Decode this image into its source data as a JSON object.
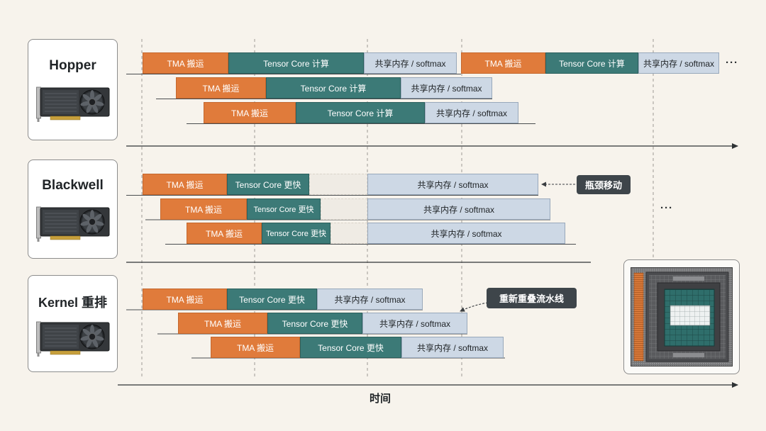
{
  "colors": {
    "background": "#f7f3ec",
    "tma": "#e07b3b",
    "tensor_core": "#3c7a77",
    "shared_memory": "#cdd8e5",
    "callout": "#3e454a"
  },
  "icons": {
    "gpu": "gpu-card-icon",
    "chip": "chip-die-icon"
  },
  "hopper": {
    "title": "Hopper",
    "more": "···",
    "rows": [
      {
        "segments": [
          "TMA 搬运",
          "Tensor Core 计算",
          "共享内存 / softmax",
          "TMA 搬运",
          "Tensor Core 计算",
          "共享内存 / softmax"
        ]
      },
      {
        "segments": [
          "TMA 搬运",
          "Tensor Core 计算",
          "共享内存 / softmax"
        ]
      },
      {
        "segments": [
          "TMA 搬运",
          "Tensor Core 计算",
          "共享内存 / softmax"
        ]
      }
    ]
  },
  "blackwell": {
    "title": "Blackwell",
    "callout": "瓶颈移动",
    "more": "···",
    "rows": [
      {
        "segments": [
          "TMA 搬运",
          "Tensor Core 更快",
          "共享内存 / softmax"
        ]
      },
      {
        "segments": [
          "TMA 搬运",
          "Tensor Core 更快",
          "共享内存 / softmax"
        ]
      },
      {
        "segments": [
          "TMA 搬运",
          "Tensor Core 更快",
          "共享内存 / softmax"
        ]
      }
    ]
  },
  "kernel_reorder": {
    "title": "Kernel 重排",
    "callout": "重新重叠流水线",
    "rows": [
      {
        "segments": [
          "TMA 搬运",
          "Tensor Core 更快",
          "共享内存 / softmax"
        ]
      },
      {
        "segments": [
          "TMA 搬运",
          "Tensor Core 更快",
          "共享内存 / softmax"
        ]
      },
      {
        "segments": [
          "TMA 搬运",
          "Tensor Core 更快",
          "共享内存 / softmax"
        ]
      }
    ]
  },
  "time_axis": {
    "label": "时间"
  }
}
